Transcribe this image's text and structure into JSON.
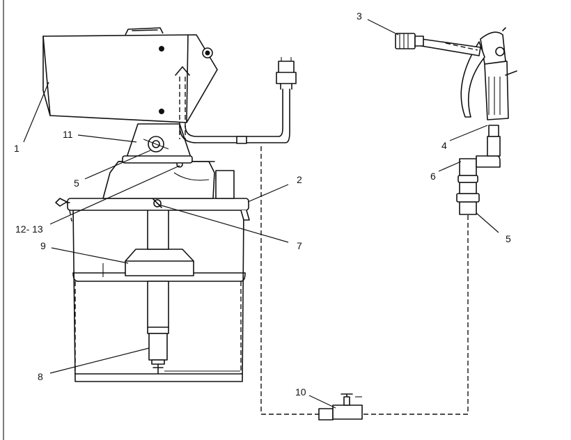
{
  "callouts": {
    "c1": "1",
    "c2": "2",
    "c3": "3",
    "c4": "4",
    "c5a": "5",
    "c5b": "5",
    "c6": "6",
    "c7": "7",
    "c8": "8",
    "c9": "9",
    "c10": "10",
    "c11": "11",
    "c12_13": "12- 13"
  }
}
